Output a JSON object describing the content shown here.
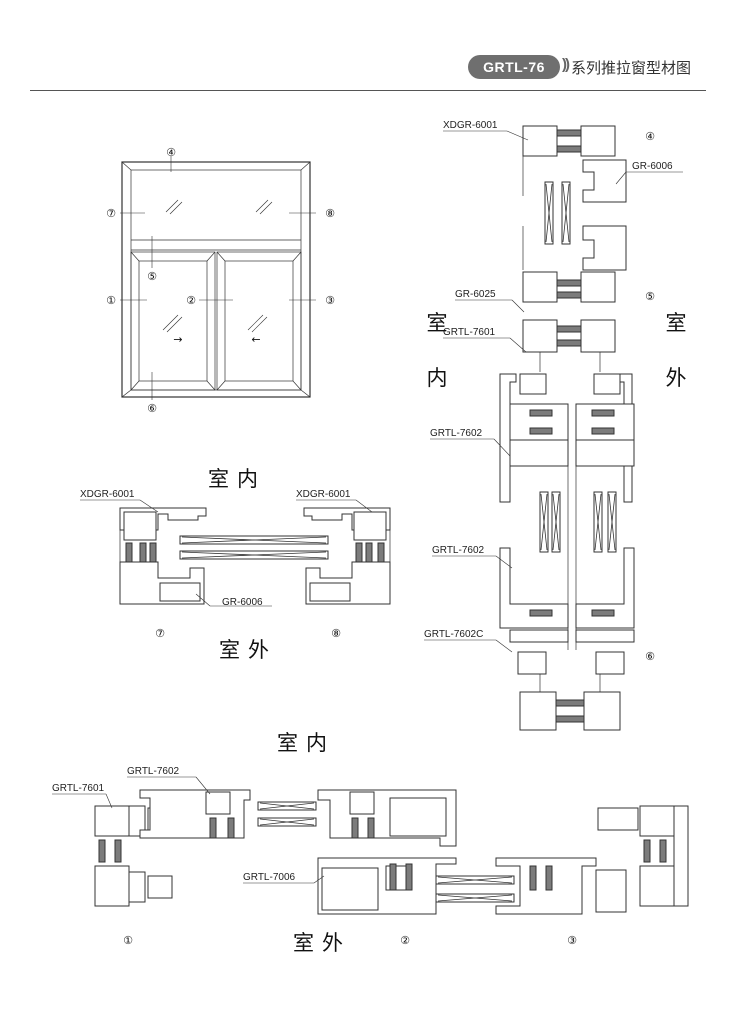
{
  "header": {
    "badge": "GRTL-76",
    "paren": "))",
    "title": "系列推拉窗型材图"
  },
  "elevation": {
    "markers": [
      "①",
      "②",
      "③",
      "④",
      "⑤",
      "⑥",
      "⑦",
      "⑧"
    ],
    "arrows": [
      "→",
      "←"
    ]
  },
  "section78": {
    "indoor": "室内",
    "outdoor": "室外",
    "label_left": "XDGR-6001",
    "label_right": "XDGR-6001",
    "label_bottom": "GR-6006",
    "mark_left": "⑦",
    "mark_right": "⑧"
  },
  "vertical_section": {
    "indoor_1": "室",
    "indoor_2": "内",
    "outdoor_1": "室",
    "outdoor_2": "外",
    "labels": [
      "XDGR-6001",
      "GR-6006",
      "GR-6025",
      "GRTL-7601",
      "GRTL-7602",
      "GRTL-7602",
      "GRTL-7602C"
    ],
    "marks": [
      "④",
      "⑤",
      "⑥"
    ]
  },
  "horizontal_section": {
    "indoor": "室内",
    "outdoor": "室外",
    "labels": [
      "GRTL-7601",
      "GRTL-7602",
      "GRTL-7006"
    ],
    "marks": [
      "①",
      "②",
      "③"
    ]
  }
}
